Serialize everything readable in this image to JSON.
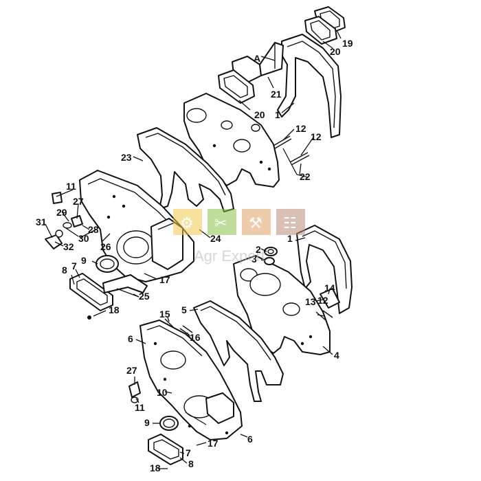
{
  "diagram": {
    "view_label": "A",
    "callouts": {
      "c19": "19",
      "c20a": "20",
      "c20b": "20",
      "c21": "21",
      "c1a": "1",
      "c12a": "12",
      "c12b": "12",
      "c22": "22",
      "c23": "23",
      "c11a": "11",
      "c27a": "27",
      "c29": "29",
      "c31": "31",
      "c28": "28",
      "c30": "30",
      "c32": "32",
      "c26": "26",
      "c24": "24",
      "c9a": "9",
      "c7a": "7",
      "c8a": "8",
      "c17a": "17",
      "c25": "25",
      "c18a": "18",
      "c1b": "1",
      "c2": "2",
      "c3": "3",
      "c14": "14",
      "c13": "13",
      "c12c": "12",
      "c5": "5",
      "c4": "4",
      "c15": "15",
      "c16": "16",
      "c6a": "6",
      "c27b": "27",
      "c10": "10",
      "c11b": "11",
      "c9b": "9",
      "c8b": "8",
      "c6b": "6",
      "c17b": "17",
      "c7b": "7",
      "c18b": "18"
    }
  },
  "watermark": {
    "text": "Agr Expert",
    "icons": [
      "tractor-icon",
      "wrench-icon",
      "tools-icon",
      "fence-icon"
    ],
    "colors": [
      "#f2c94c",
      "#8bc34a",
      "#e0a06a",
      "#b98a78"
    ]
  }
}
